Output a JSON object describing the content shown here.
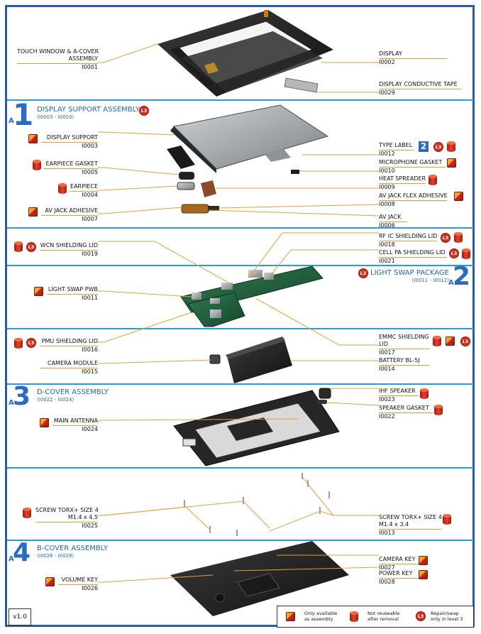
{
  "version": "v1.0",
  "sections": {
    "display_support": {
      "num": "1",
      "a": "A",
      "title": "DISPLAY SUPPORT ASSEMBLY",
      "range": "(I0003 - I0010)"
    },
    "light_swap": {
      "num": "2",
      "a": "A",
      "title": "LIGHT SWAP PACKAGE",
      "range": "(I0011 - I0012)"
    },
    "d_cover": {
      "num": "3",
      "a": "A",
      "title": "D-COVER ASSEMBLY",
      "range": "(I0022 - I0024)"
    },
    "b_cover": {
      "num": "4",
      "a": "A",
      "title": "B-COVER ASSEMBLY",
      "range": "(I0026 - I0028)"
    }
  },
  "parts": {
    "touch_window": {
      "name": "TOUCH WINDOW & A-COVER",
      "name2": "ASSEMBLY",
      "code": "I0001"
    },
    "display": {
      "name": "DISPLAY",
      "code": "I0002"
    },
    "display_tape": {
      "name": "DISPLAY CONDUCTIVE TAPE",
      "code": "I0029"
    },
    "display_support": {
      "name": "DISPLAY SUPPORT",
      "code": "I0003"
    },
    "earpiece_gasket": {
      "name": "EARPIECE GASKET",
      "code": "I0005"
    },
    "earpiece": {
      "name": "EARPIECE",
      "code": "I0004"
    },
    "av_jack_adhesive": {
      "name": "AV JACK ADHESIVE",
      "code": "I0007"
    },
    "type_label": {
      "name": "TYPE LABEL",
      "code": "I0012"
    },
    "mic_gasket": {
      "name": "MICROPHONE GASKET",
      "code": "I0010"
    },
    "heat_spreader": {
      "name": "HEAT SPREADER",
      "code": "I0009"
    },
    "av_jack_flex_adhesive": {
      "name": "AV JACK FLEX ADHESIVE",
      "code": "I0008"
    },
    "av_jack": {
      "name": "AV JACK",
      "code": "I0006"
    },
    "wcn_lid": {
      "name": "WCN SHIELDING LID",
      "code": "I0019"
    },
    "rf_ic_lid": {
      "name": "RF IC SHIELDING LID",
      "code": "I0018"
    },
    "cell_pa_lid": {
      "name": "CELL PA SHIELDING LID",
      "code": "I0021"
    },
    "light_swap_pwb": {
      "name": "LIGHT SWAP PWB",
      "code": "I0011"
    },
    "pmu_lid": {
      "name": "PMU SHIELDING LID",
      "code": "I0016"
    },
    "emmc_lid": {
      "name": "EMMC SHIELDING",
      "name2": "LID",
      "code": "I0017"
    },
    "camera_module": {
      "name": "CAMERA MODULE",
      "code": "I0015"
    },
    "battery": {
      "name": "BATTERY BL-5J",
      "code": "I0014"
    },
    "ihf_speaker": {
      "name": "IHF SPEAKER",
      "code": "I0023"
    },
    "speaker_gasket": {
      "name": "SPEAKER GASKET",
      "code": "I0022"
    },
    "main_antenna": {
      "name": "MAIN ANTENNA",
      "code": "I0024"
    },
    "screw_45": {
      "name": "SCREW TORX+ SIZE 4",
      "spec": "M1.4 x 4.5",
      "code": "I0025"
    },
    "screw_34": {
      "name": "SCREW TORX+ SIZE 4",
      "spec": "M1.4 x 3.4",
      "code": "I0013"
    },
    "camera_key": {
      "name": "CAMERA KEY",
      "code": "I0027"
    },
    "power_key": {
      "name": "POWER KEY",
      "code": "I0028"
    },
    "volume_key": {
      "name": "VOLUME KEY",
      "code": "I0026"
    }
  },
  "badges": {
    "l3": "L3",
    "a2": "2"
  },
  "legend": {
    "assembly": "Only available\nas assembly",
    "not_reusable": "Not reuseable\nafter removal",
    "repair": "Repair/swap\nonly in level 3"
  },
  "colors": {
    "frame": "#2a59a8",
    "section": "#2467b7",
    "leader": "#e2a034",
    "badge": "#d52f1c"
  },
  "icons": [
    "assembly-cube-icon",
    "non-reusable-can-icon",
    "level3-badge-icon",
    "swap-package-a2-icon"
  ]
}
